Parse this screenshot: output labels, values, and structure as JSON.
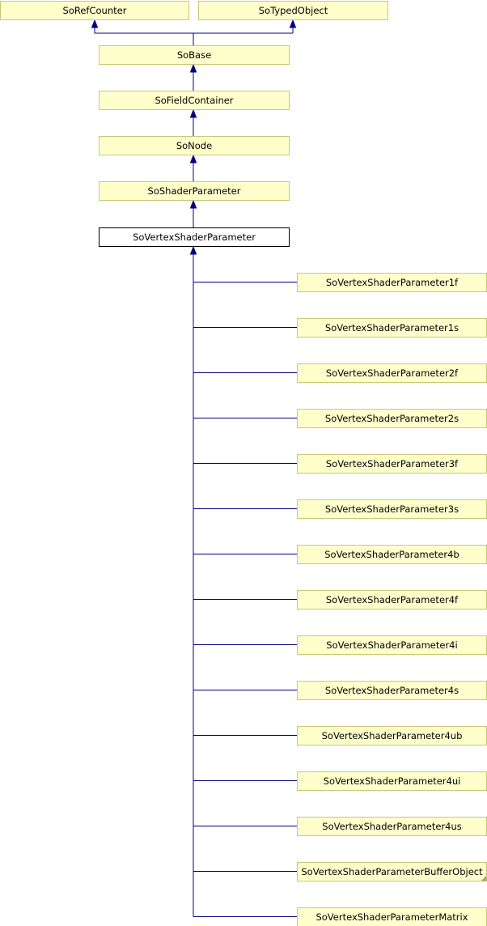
{
  "diagram": {
    "nodes": [
      {
        "id": "SoRefCounter",
        "label": "SoRefCounter"
      },
      {
        "id": "SoTypedObject",
        "label": "SoTypedObject"
      },
      {
        "id": "SoBase",
        "label": "SoBase"
      },
      {
        "id": "SoFieldContainer",
        "label": "SoFieldContainer"
      },
      {
        "id": "SoNode",
        "label": "SoNode"
      },
      {
        "id": "SoShaderParameter",
        "label": "SoShaderParameter"
      },
      {
        "id": "SoVertexShaderParameter",
        "label": "SoVertexShaderParameter",
        "current": true
      },
      {
        "id": "SoVertexShaderParameter1f",
        "label": "SoVertexShaderParameter1f"
      },
      {
        "id": "SoVertexShaderParameter1s",
        "label": "SoVertexShaderParameter1s"
      },
      {
        "id": "SoVertexShaderParameter2f",
        "label": "SoVertexShaderParameter2f"
      },
      {
        "id": "SoVertexShaderParameter2s",
        "label": "SoVertexShaderParameter2s"
      },
      {
        "id": "SoVertexShaderParameter3f",
        "label": "SoVertexShaderParameter3f"
      },
      {
        "id": "SoVertexShaderParameter3s",
        "label": "SoVertexShaderParameter3s"
      },
      {
        "id": "SoVertexShaderParameter4b",
        "label": "SoVertexShaderParameter4b"
      },
      {
        "id": "SoVertexShaderParameter4f",
        "label": "SoVertexShaderParameter4f"
      },
      {
        "id": "SoVertexShaderParameter4i",
        "label": "SoVertexShaderParameter4i"
      },
      {
        "id": "SoVertexShaderParameter4s",
        "label": "SoVertexShaderParameter4s"
      },
      {
        "id": "SoVertexShaderParameter4ub",
        "label": "SoVertexShaderParameter4ub"
      },
      {
        "id": "SoVertexShaderParameter4ui",
        "label": "SoVertexShaderParameter4ui"
      },
      {
        "id": "SoVertexShaderParameter4us",
        "label": "SoVertexShaderParameter4us"
      },
      {
        "id": "SoVertexShaderParameterBufferObject",
        "label": "SoVertexShaderParameterBufferObject",
        "truncated": true
      },
      {
        "id": "SoVertexShaderParameterMatrix",
        "label": "SoVertexShaderParameterMatrix"
      }
    ],
    "edges": [
      {
        "from": "SoBase",
        "to": "SoRefCounter"
      },
      {
        "from": "SoBase",
        "to": "SoTypedObject"
      },
      {
        "from": "SoFieldContainer",
        "to": "SoBase"
      },
      {
        "from": "SoNode",
        "to": "SoFieldContainer"
      },
      {
        "from": "SoShaderParameter",
        "to": "SoNode"
      },
      {
        "from": "SoVertexShaderParameter",
        "to": "SoShaderParameter"
      },
      {
        "from": "SoVertexShaderParameter1f",
        "to": "SoVertexShaderParameter"
      },
      {
        "from": "SoVertexShaderParameter1s",
        "to": "SoVertexShaderParameter"
      },
      {
        "from": "SoVertexShaderParameter2f",
        "to": "SoVertexShaderParameter"
      },
      {
        "from": "SoVertexShaderParameter2s",
        "to": "SoVertexShaderParameter"
      },
      {
        "from": "SoVertexShaderParameter3f",
        "to": "SoVertexShaderParameter"
      },
      {
        "from": "SoVertexShaderParameter3s",
        "to": "SoVertexShaderParameter"
      },
      {
        "from": "SoVertexShaderParameter4b",
        "to": "SoVertexShaderParameter"
      },
      {
        "from": "SoVertexShaderParameter4f",
        "to": "SoVertexShaderParameter"
      },
      {
        "from": "SoVertexShaderParameter4i",
        "to": "SoVertexShaderParameter"
      },
      {
        "from": "SoVertexShaderParameter4s",
        "to": "SoVertexShaderParameter"
      },
      {
        "from": "SoVertexShaderParameter4ub",
        "to": "SoVertexShaderParameter"
      },
      {
        "from": "SoVertexShaderParameter4ui",
        "to": "SoVertexShaderParameter"
      },
      {
        "from": "SoVertexShaderParameter4us",
        "to": "SoVertexShaderParameter"
      },
      {
        "from": "SoVertexShaderParameterBufferObject",
        "to": "SoVertexShaderParameter"
      },
      {
        "from": "SoVertexShaderParameterMatrix",
        "to": "SoVertexShaderParameter"
      }
    ],
    "colors": {
      "node_fill": "#ffffcc",
      "node_border": "#c8c878",
      "current_fill": "#ffffff",
      "current_border": "#000000",
      "edge": "#000080"
    }
  }
}
